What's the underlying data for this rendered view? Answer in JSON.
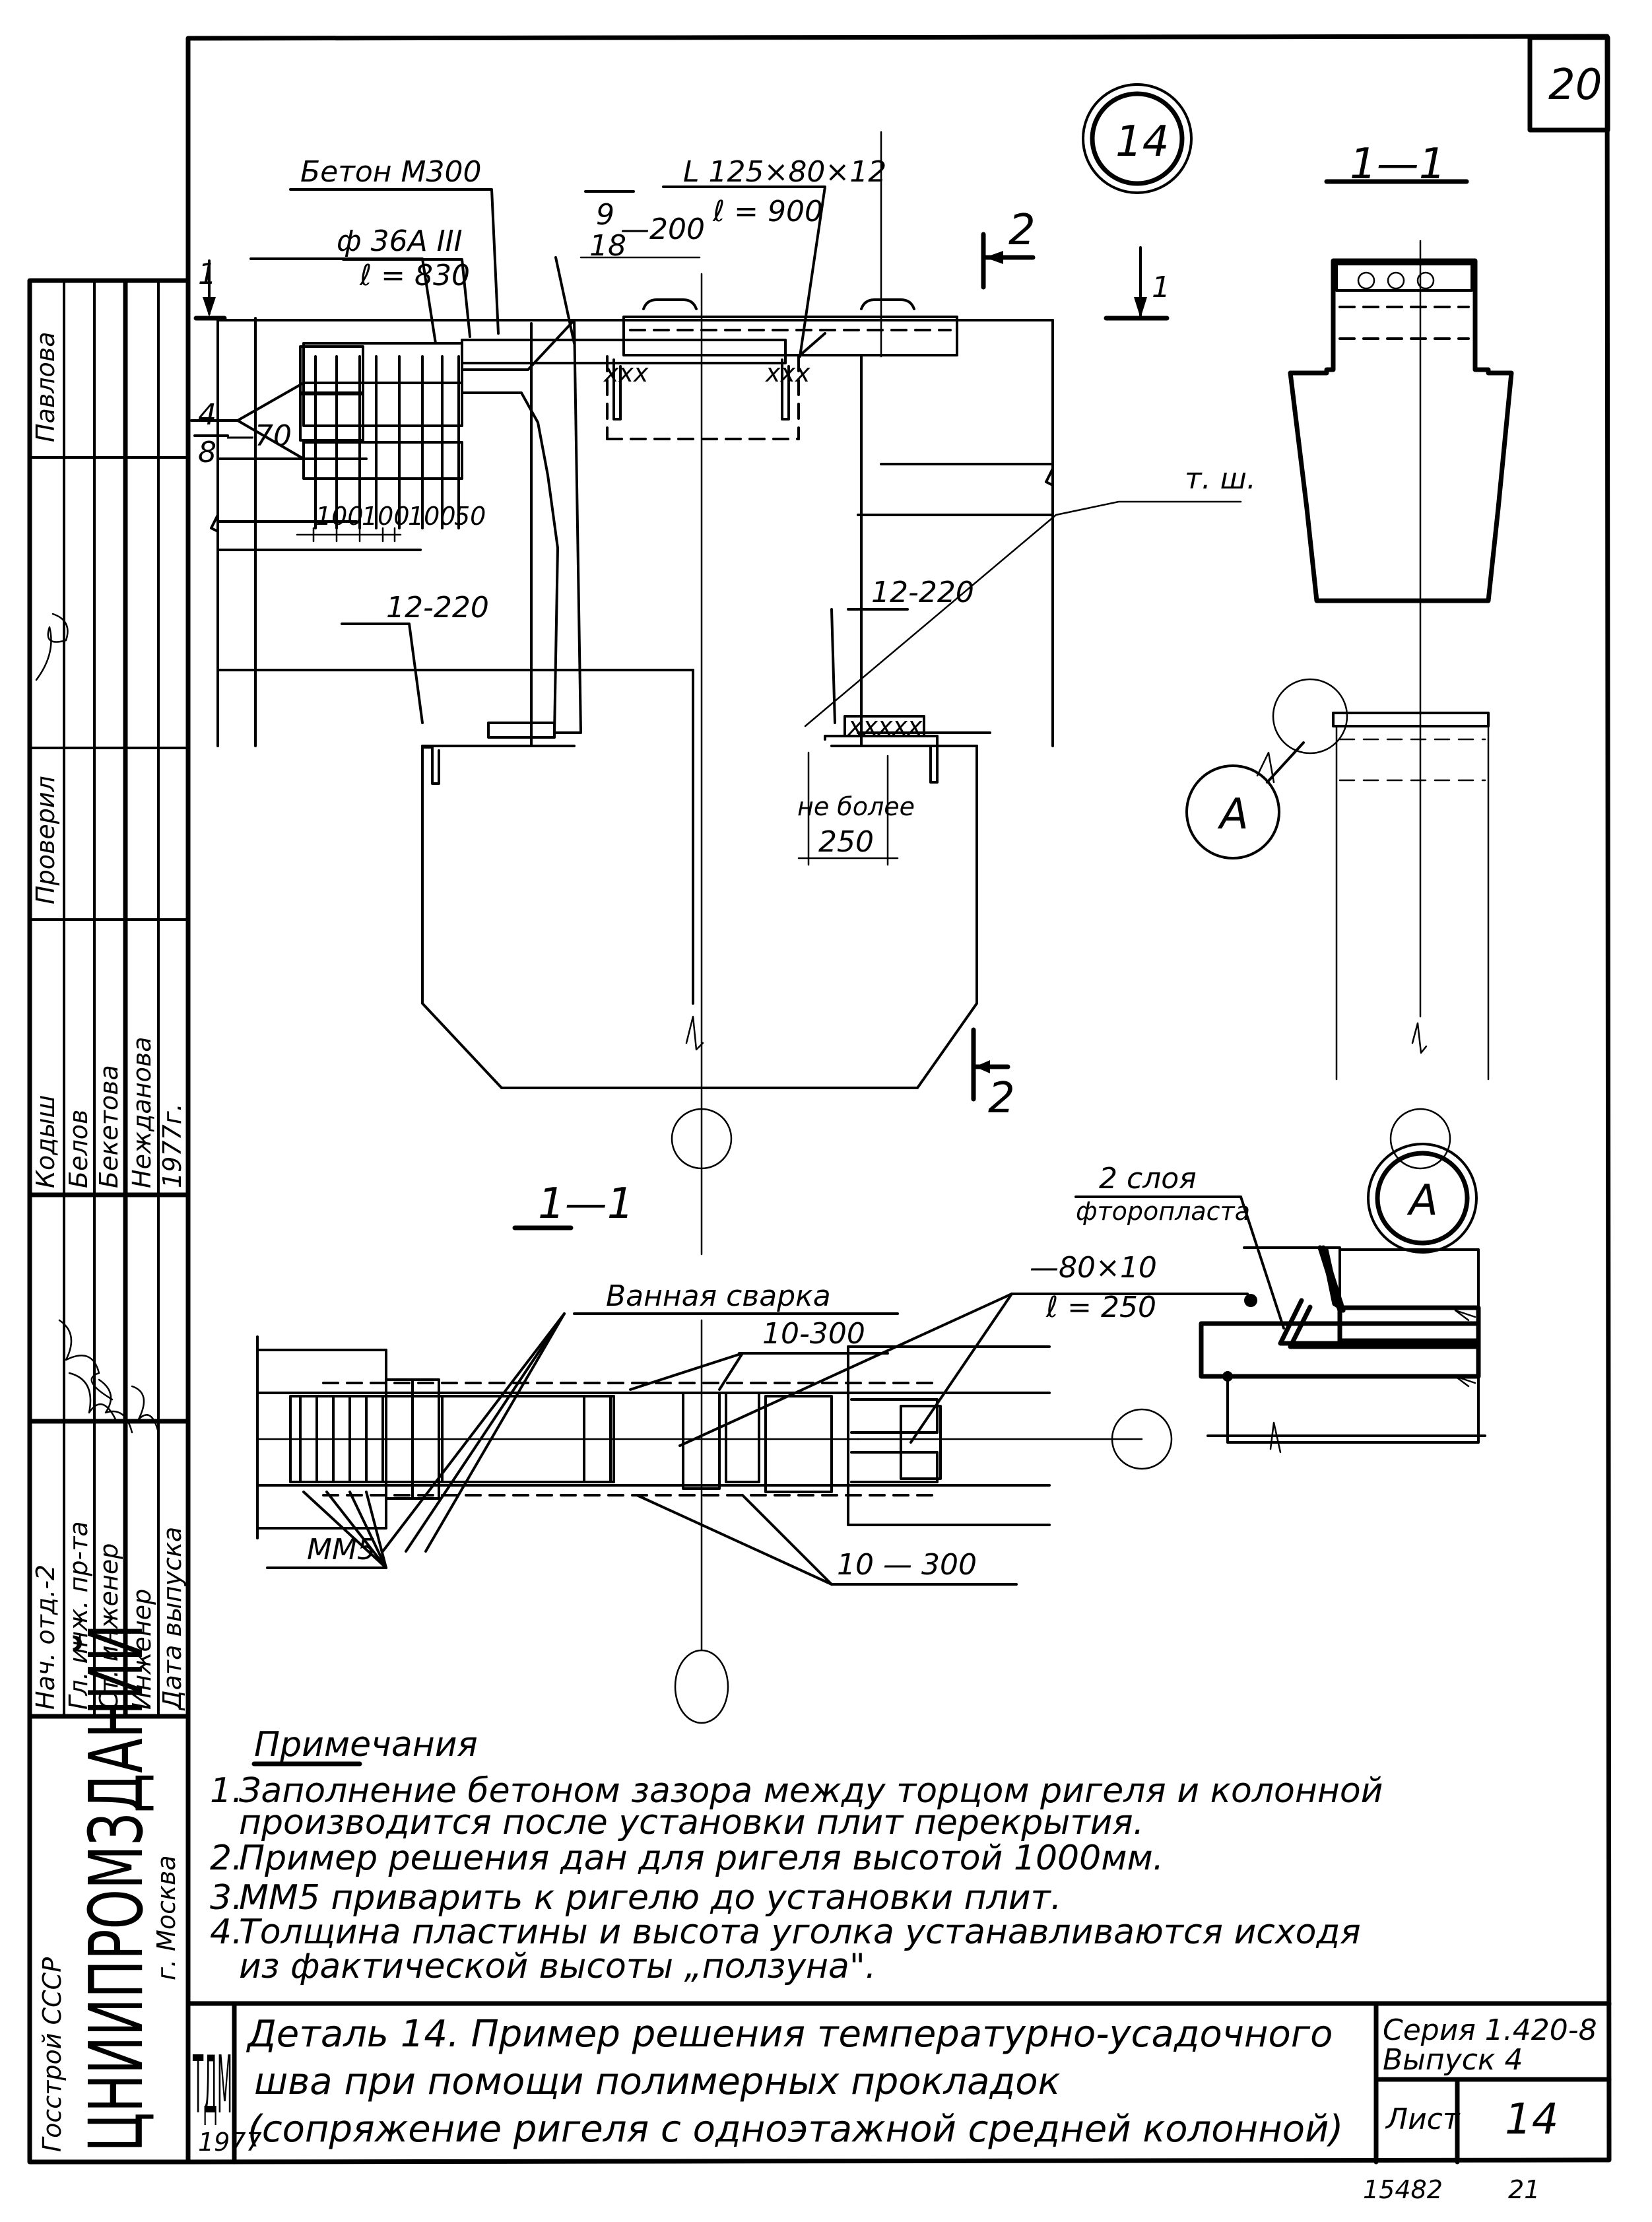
{
  "sheet_number_top": "20",
  "detail_marker": "14",
  "detail_A_marker": "A",
  "callout_A": "A",
  "section_marks": {
    "cut1_left": "1",
    "cut1_right": "1",
    "cut2_top": "2",
    "cut2_bottom": "2"
  },
  "view_titles": {
    "section_top_right": "1—1",
    "section_bottom_left": "1—1"
  },
  "plan_labels": {
    "concrete": "Бетон М300",
    "angle_top": "L 125×80×12",
    "angle_bottom": "ℓ = 900",
    "weld_top": "9",
    "weld_bottom": "18",
    "weld_len": "—200",
    "rebar_top": "ф 36А III",
    "rebar_bottom": "ℓ = 830",
    "stirrup_top": "4",
    "stirrup_bottom": "8",
    "stirrup_len": "—70",
    "dims": [
      "100",
      "100",
      "100",
      "50"
    ],
    "weld_left": "12-220",
    "weld_right": "12-220",
    "gap_label": "т. ш.",
    "max_label": "не более",
    "max_value": "250"
  },
  "section_labels": {
    "bath_weld": "Ванная сварка",
    "weld_10_300_top": "10-300",
    "weld_10_300_bottom": "10 — 300",
    "plate_top": "—80×10",
    "plate_bottom": "ℓ = 250",
    "mesh": "ММ5"
  },
  "detail_A_labels": {
    "layers_top": "2 слоя",
    "layers_bottom": "фторопласта"
  },
  "notes": {
    "heading": "Примечания",
    "items": [
      {
        "num": "1.",
        "lines": [
          "Заполнение бетоном зазора между торцом ригеля и колонной",
          "производится после установки плит перекрытия."
        ]
      },
      {
        "num": "2.",
        "lines": [
          "Пример решения дан для ригеля высотой 1000мм."
        ]
      },
      {
        "num": "3.",
        "lines": [
          "ММ5 приварить к ригелю до установки плит."
        ]
      },
      {
        "num": "4.",
        "lines": [
          "Толщина пластины и высота уголка устанавливаются исходя",
          "из фактической высоты „ползуна\"."
        ]
      }
    ]
  },
  "title_block": {
    "logo": "ТДМ",
    "year": "1977",
    "title_lines": [
      "Деталь 14. Пример решения температурно-усадочного",
      "шва при помощи полимерных прокладок",
      "(сопряжение ригеля с одноэтажной средней колонной)"
    ],
    "series": "Серия 1.420-8",
    "issue": "Выпуск 4",
    "sheet_label": "Лист",
    "sheet_value": "14"
  },
  "footer": {
    "code": "15482",
    "page": "21"
  },
  "stamp_column": {
    "org_top": "Госстрой СССР",
    "org_name": "ЦНИИПРОМЗДАНИЙ",
    "org_city": "г. Москва",
    "roles": [
      "Нач. отд.-2",
      "Гл. инж. пр-та",
      "Ст. инженер",
      "Инженер",
      "Дата выпуска"
    ],
    "names": [
      "Кодыш",
      "Белов",
      "Бекетова",
      "Нежданова",
      "1977г."
    ],
    "checked_label": "Проверил",
    "top_name": "Павлова"
  }
}
